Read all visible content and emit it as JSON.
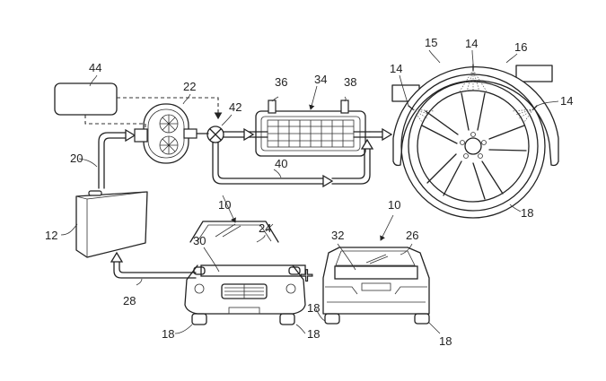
{
  "figure": {
    "description": "Patent drawing: tyre-cooling water spray system for vehicle",
    "line_color": "#222222",
    "background": "#ffffff"
  },
  "labels": {
    "controller": "44",
    "pump": "22",
    "valve": "42",
    "heat_exchanger_inlet": "36",
    "heat_exchanger": "34",
    "heat_exchanger_outlet": "38",
    "supply_line": "20",
    "bypass_line": "40",
    "tank": "12",
    "return_line": "28",
    "nozzle_left": "14",
    "nozzle_top": "14",
    "nozzle_right": "14",
    "wheel_arch_15": "15",
    "wheel_arch_16": "16",
    "wheel_side": "18",
    "vehicle_front": "10",
    "vehicle_rear": "10",
    "front_collector": "30",
    "windscreen": "24",
    "rear_collector": "32",
    "rear_window": "26",
    "front_wheel_left": "18",
    "front_wheel_right": "18",
    "rear_wheel_left": "18",
    "rear_wheel_right": "18"
  },
  "symbols": {
    "plus": "+"
  }
}
